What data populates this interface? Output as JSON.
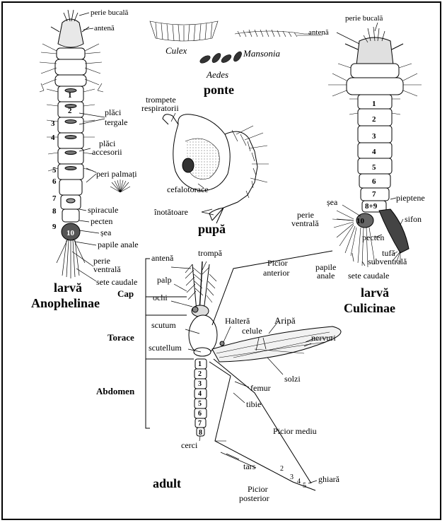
{
  "anopheles_larva": {
    "title_line1": "larvă",
    "title_line2": "Anophelinae",
    "labels": {
      "oral_brush": "perie bucală",
      "antenna": "antenă",
      "tergal_plates_1": "plăci",
      "tergal_plates_2": "tergale",
      "accessory_plates_1": "plăci",
      "accessory_plates_2": "accesorii",
      "palmate_hairs": "peri palmați",
      "spiracle": "spiracule",
      "pecten": "pecten",
      "saddle": "șea",
      "anal_papillae": "papile anale",
      "ventral_brush_1": "perie",
      "ventral_brush_2": "ventrală",
      "caudal_setae": "sete caudale"
    },
    "segments": [
      "1",
      "2",
      "3",
      "4",
      "5",
      "6",
      "7",
      "8",
      "9",
      "10"
    ]
  },
  "eggs": {
    "culex": "Culex",
    "mansonia": "Mansonia",
    "aedes": "Aedes",
    "title": "ponte"
  },
  "pupa": {
    "title": "pupă",
    "labels": {
      "trumpets_1": "trompete",
      "trumpets_2": "respiratorii",
      "cephalothorax": "cefalotorace",
      "paddles": "înotătoare"
    }
  },
  "culex_larva": {
    "title_line1": "larvă",
    "title_line2": "Culicinae",
    "labels": {
      "oral_brush": "perie bucală",
      "antenna": "antenă",
      "comb": "pieptene",
      "saddle": "șea",
      "ventral_brush_1": "perie",
      "ventral_brush_2": "ventrală",
      "siphon": "sifon",
      "pecten": "pecten",
      "anal_papillae_1": "papile",
      "anal_papillae_2": "anale",
      "subventral_tuft_1": "tufă",
      "subventral_tuft_2": "subventrală",
      "caudal_setae": "sete caudale"
    },
    "segments": [
      "1",
      "2",
      "3",
      "4",
      "5",
      "6",
      "7",
      "8+9",
      "10"
    ]
  },
  "adult": {
    "title": "adult",
    "regions": {
      "head": "Cap",
      "thorax": "Torace",
      "abdomen": "Abdomen"
    },
    "labels": {
      "antenna": "antenă",
      "proboscis": "trompă",
      "palp": "palp",
      "eye": "ochi",
      "scutum": "scutum",
      "scutellum": "scutellum",
      "haltere": "Halteră",
      "wing": "Aripă",
      "cells": "celule",
      "veins": "nervuri",
      "scales": "solzi",
      "femur": "femur",
      "tibia": "tibie",
      "foreleg_1": "Picior",
      "foreleg_2": "anterior",
      "midleg": "Picior mediu",
      "hindleg_1": "Picior",
      "hindleg_2": "posterior",
      "cerci": "cerci",
      "tarsi": "tars",
      "claw": "ghiară",
      "tarsal_numbers": [
        "2",
        "3",
        "4",
        "5"
      ]
    },
    "segments": [
      "1",
      "2",
      "3",
      "4",
      "5",
      "6",
      "7",
      "8"
    ]
  }
}
